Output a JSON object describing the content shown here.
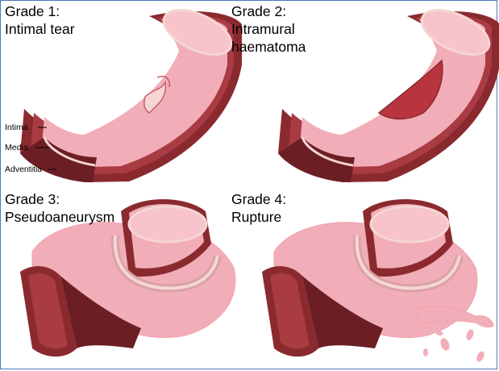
{
  "panels": [
    {
      "title": "Grade 1:\nIntimal tear"
    },
    {
      "title": "Grade 2:\nIntramural\nhaematoma"
    },
    {
      "title": "Grade 3:\nPseudoaneurysm"
    },
    {
      "title": "Grade 4:\nRupture"
    }
  ],
  "layers": {
    "intima": "Intima",
    "media": "Media",
    "adventitia": "Adventitia"
  },
  "colors": {
    "lumen": "#f2aeb8",
    "wall_outer": "#8a2a2f",
    "wall_dark": "#5e1b1f",
    "intima_line": "#f6d6d2",
    "haematoma": "#b8343e",
    "frame": "#4a78b8"
  }
}
